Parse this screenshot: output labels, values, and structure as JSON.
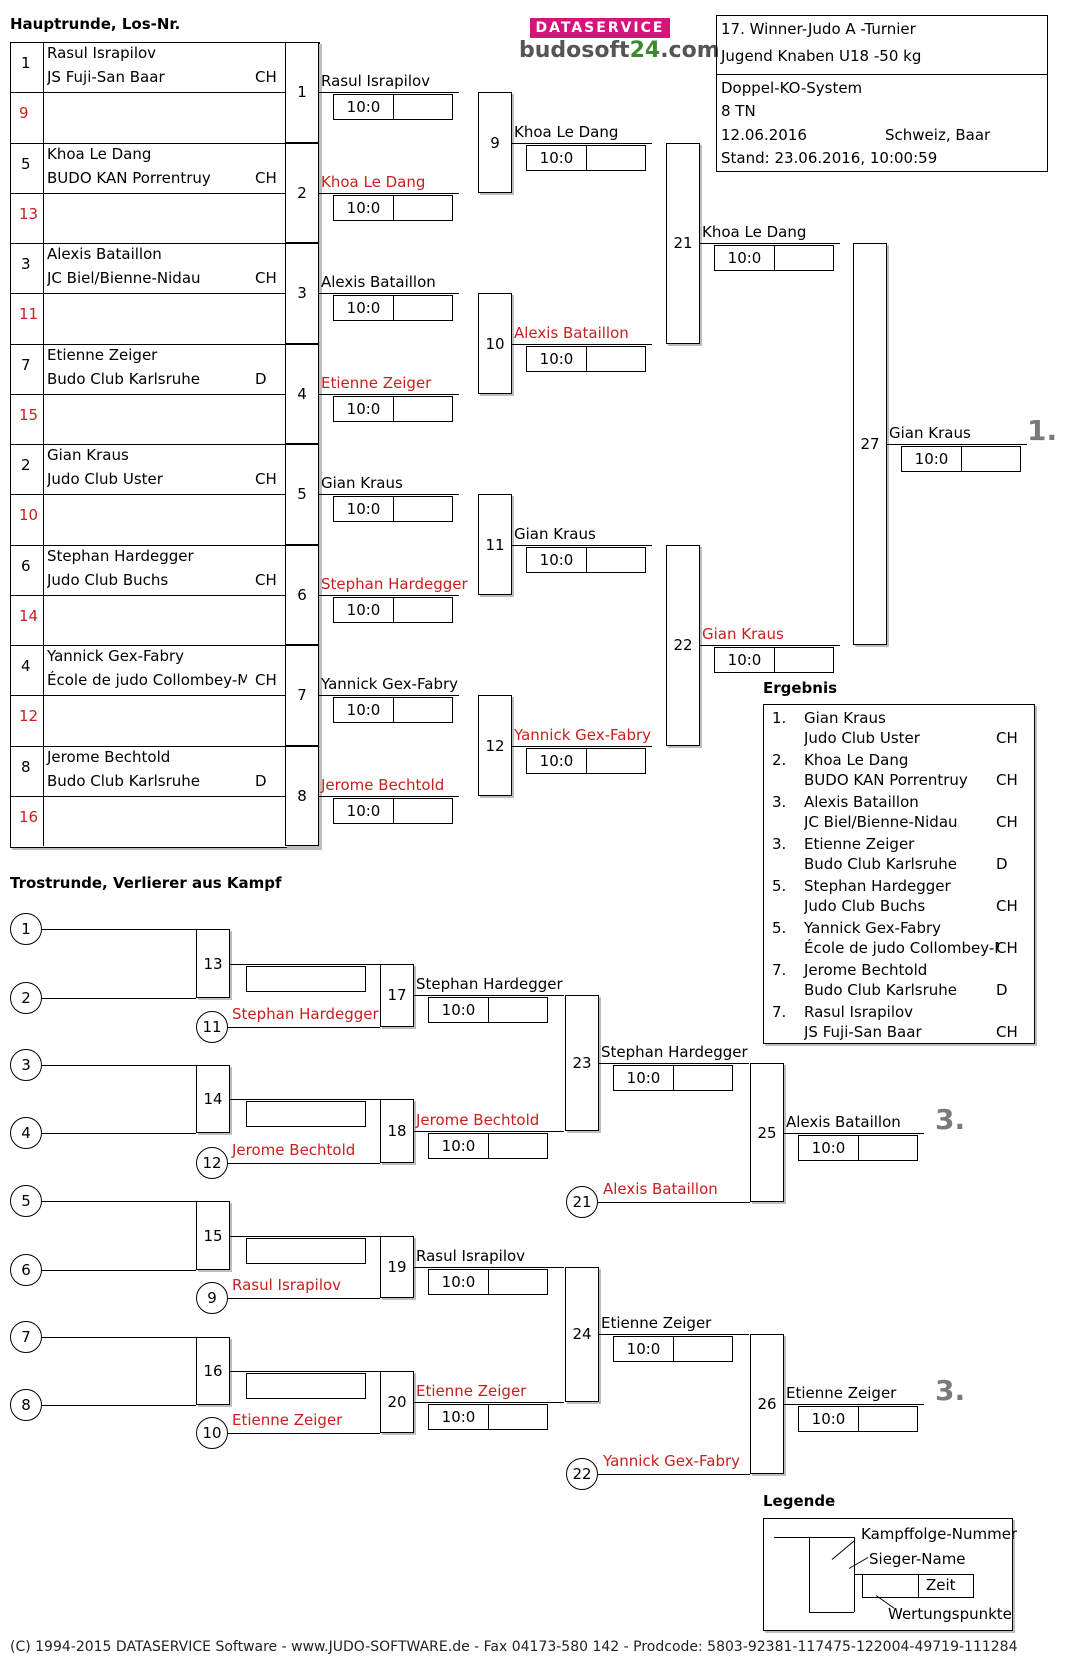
{
  "header": {
    "section_main": "Hauptrunde, Los-Nr.",
    "section_repechage": "Trostrunde, Verlierer aus Kampf",
    "logo_top": "DATASERVICE",
    "logo_bottom_a": "budosoft",
    "logo_bottom_b": "24",
    "logo_bottom_c": ".com"
  },
  "info": {
    "line1": "17. Winner-Judo A -Turnier",
    "line2": "Jugend Knaben U18 -50 kg",
    "system": "Doppel-KO-System",
    "participants": "8 TN",
    "date": "12.06.2016",
    "location": "Schweiz, Baar",
    "status": "Stand: 23.06.2016, 10:00:59"
  },
  "draw": [
    {
      "lot": "1",
      "opp_lot": "9",
      "name": "Rasul Israpilov",
      "club": "JS Fuji-San Baar",
      "nat": "CH"
    },
    {
      "lot": "5",
      "opp_lot": "13",
      "name": "Khoa Le Dang",
      "club": "BUDO KAN Porrentruy",
      "nat": "CH"
    },
    {
      "lot": "3",
      "opp_lot": "11",
      "name": "Alexis Bataillon",
      "club": "JC Biel/Bienne-Nidau",
      "nat": "CH"
    },
    {
      "lot": "7",
      "opp_lot": "15",
      "name": "Etienne Zeiger",
      "club": "Budo Club Karlsruhe",
      "nat": "D"
    },
    {
      "lot": "2",
      "opp_lot": "10",
      "name": "Gian Kraus",
      "club": "Judo Club Uster",
      "nat": "CH"
    },
    {
      "lot": "6",
      "opp_lot": "14",
      "name": "Stephan Hardegger",
      "club": "Judo Club Buchs",
      "nat": "CH"
    },
    {
      "lot": "4",
      "opp_lot": "12",
      "name": "Yannick Gex-Fabry",
      "club": "École de judo Collombey-Mu",
      "nat": "CH"
    },
    {
      "lot": "8",
      "opp_lot": "16",
      "name": "Jerome Bechtold",
      "club": "Budo Club Karlsruhe",
      "nat": "D"
    }
  ],
  "round1": [
    {
      "no": "1",
      "winner": "Rasul Israpilov",
      "score": "10:0"
    },
    {
      "no": "2",
      "winner": "Khoa Le Dang",
      "score": "10:0"
    },
    {
      "no": "3",
      "winner": "Alexis Bataillon",
      "score": "10:0"
    },
    {
      "no": "4",
      "winner": "Etienne Zeiger",
      "score": "10:0"
    },
    {
      "no": "5",
      "winner": "Gian Kraus",
      "score": "10:0"
    },
    {
      "no": "6",
      "winner": "Stephan Hardegger",
      "score": "10:0"
    },
    {
      "no": "7",
      "winner": "Yannick Gex-Fabry",
      "score": "10:0"
    },
    {
      "no": "8",
      "winner": "Jerome Bechtold",
      "score": "10:0"
    }
  ],
  "round2": [
    {
      "no": "9",
      "winner": "Khoa Le Dang",
      "score": "10:0"
    },
    {
      "no": "10",
      "winner": "Alexis Bataillon",
      "score": "10:0"
    },
    {
      "no": "11",
      "winner": "Gian Kraus",
      "score": "10:0"
    },
    {
      "no": "12",
      "winner": "Yannick Gex-Fabry",
      "score": "10:0"
    }
  ],
  "round3": [
    {
      "no": "21",
      "winner": "Khoa Le Dang",
      "score": "10:0"
    },
    {
      "no": "22",
      "winner": "Gian Kraus",
      "score": "10:0"
    }
  ],
  "final": {
    "no": "27",
    "winner": "Gian Kraus",
    "score": "10:0",
    "rank": "1."
  },
  "repechage": {
    "circles_a": [
      "1",
      "2",
      "3",
      "4",
      "5",
      "6",
      "7",
      "8"
    ],
    "fights_a": [
      "13",
      "14",
      "15",
      "16"
    ],
    "r2": [
      {
        "no": "17",
        "from": "11",
        "loser": "Stephan Hardegger",
        "winner": "Stephan Hardegger",
        "score": "10:0"
      },
      {
        "no": "18",
        "from": "12",
        "loser": "Jerome Bechtold",
        "winner": "Jerome Bechtold",
        "score": "10:0"
      },
      {
        "no": "19",
        "from": "9",
        "loser": "Rasul Israpilov",
        "winner": "Rasul Israpilov",
        "score": "10:0"
      },
      {
        "no": "20",
        "from": "10",
        "loser": "Etienne Zeiger",
        "winner": "Etienne Zeiger",
        "score": "10:0"
      }
    ],
    "r3": [
      {
        "no": "23",
        "winner": "Stephan Hardegger",
        "score": "10:0"
      },
      {
        "no": "24",
        "winner": "Etienne Zeiger",
        "score": "10:0"
      }
    ],
    "r4": [
      {
        "no": "25",
        "from": "21",
        "loser": "Alexis Bataillon",
        "winner": "Alexis Bataillon",
        "score": "10:0",
        "rank": "3."
      },
      {
        "no": "26",
        "from": "22",
        "loser": "Yannick Gex-Fabry",
        "winner": "Etienne Zeiger",
        "score": "10:0",
        "rank": "3."
      }
    ]
  },
  "results": {
    "title": "Ergebnis",
    "rows": [
      {
        "place": "1.",
        "name": "Gian Kraus",
        "club": "Judo Club Uster",
        "nat": "CH"
      },
      {
        "place": "2.",
        "name": "Khoa Le Dang",
        "club": "BUDO KAN Porrentruy",
        "nat": "CH"
      },
      {
        "place": "3.",
        "name": "Alexis Bataillon",
        "club": "JC Biel/Bienne-Nidau",
        "nat": "CH"
      },
      {
        "place": "3.",
        "name": "Etienne Zeiger",
        "club": "Budo Club Karlsruhe",
        "nat": "D"
      },
      {
        "place": "5.",
        "name": "Stephan Hardegger",
        "club": "Judo Club Buchs",
        "nat": "CH"
      },
      {
        "place": "5.",
        "name": "Yannick Gex-Fabry",
        "club": "École de judo Collombey-M",
        "nat": "CH"
      },
      {
        "place": "7.",
        "name": "Jerome Bechtold",
        "club": "Budo Club Karlsruhe",
        "nat": "D"
      },
      {
        "place": "7.",
        "name": "Rasul Israpilov",
        "club": "JS Fuji-San Baar",
        "nat": "CH"
      }
    ]
  },
  "legend": {
    "title": "Legende",
    "fight_no": "Kampffolge-Nummer",
    "winner": "Sieger-Name",
    "time": "Zeit",
    "points": "Wertungspunkte"
  },
  "footer": "(C) 1994-2015 DATASERVICE Software - www.JUDO-SOFTWARE.de - Fax 04173-580 142 - Prodcode: 5803-92381-117475-122004-49719-111284"
}
